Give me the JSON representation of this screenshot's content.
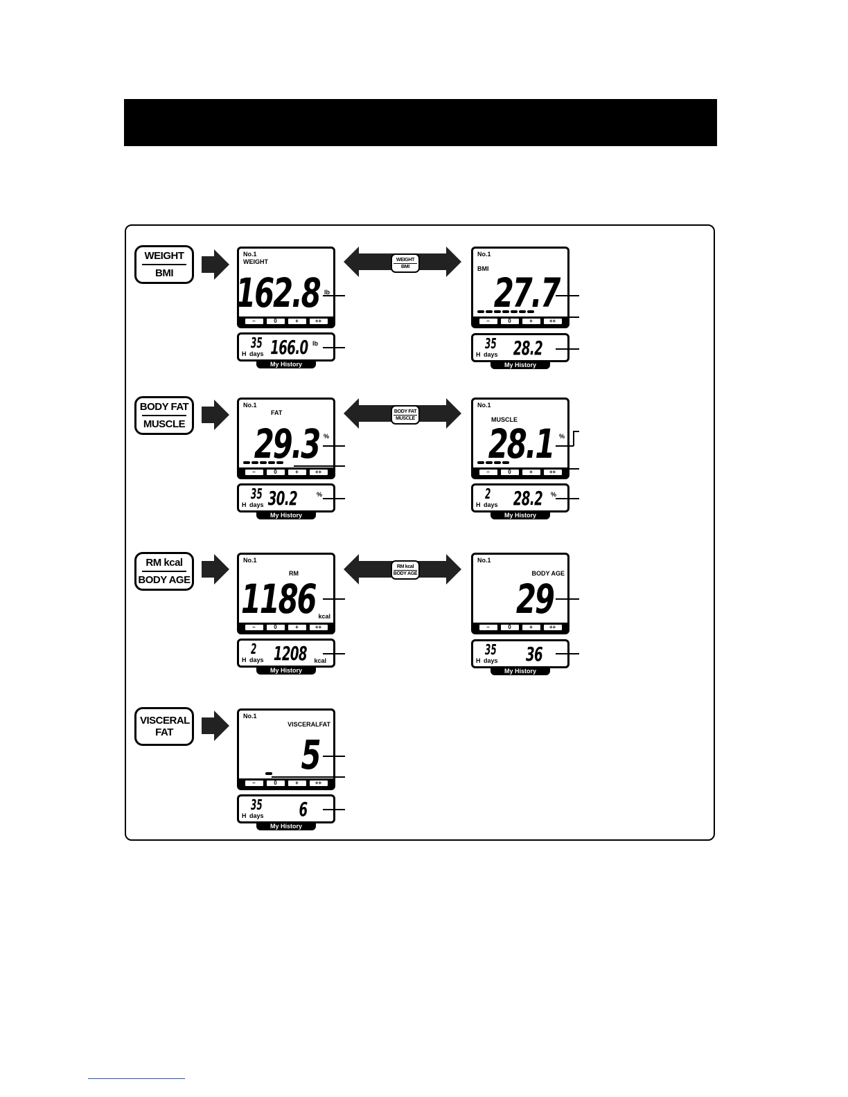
{
  "buttons": [
    {
      "top": "WEIGHT",
      "bottom": "BMI"
    },
    {
      "top": "BODY FAT",
      "bottom": "MUSCLE"
    },
    {
      "top": "RM kcal",
      "bottom": "BODY AGE"
    },
    {
      "top": "VISCERAL FAT",
      "bottom": ""
    }
  ],
  "common": {
    "user": "No.1",
    "bar_labels": [
      "–",
      "0",
      "+",
      "++"
    ],
    "hist_h": "H",
    "hist_days": "days",
    "hist_tab": "My History"
  },
  "rows": [
    {
      "left": {
        "mode": "WEIGHT",
        "value": "162.8",
        "unit": "lb",
        "hist_days": "35",
        "hist_value": "166.0",
        "hist_unit": "lb"
      },
      "right": {
        "mode": "BMI",
        "value": "27.7",
        "unit": "",
        "hist_days": "35",
        "hist_value": "28.2",
        "hist_unit": ""
      }
    },
    {
      "left": {
        "mode": "FAT",
        "value": "29.3",
        "unit": "%",
        "hist_days": "35",
        "hist_value": "30.2",
        "hist_unit": "%"
      },
      "right": {
        "mode": "MUSCLE",
        "value": "28.1",
        "unit": "%",
        "hist_days": "2",
        "hist_value": "28.2",
        "hist_unit": "%"
      }
    },
    {
      "left": {
        "mode": "RM",
        "value": "1186",
        "unit": "kcal",
        "hist_days": "2",
        "hist_value": "1208",
        "hist_unit": "kcal"
      },
      "right": {
        "mode": "BODY AGE",
        "value": "29",
        "unit": "",
        "hist_days": "35",
        "hist_value": "36",
        "hist_unit": ""
      }
    },
    {
      "left": {
        "mode": "VISCERALFAT",
        "value": "5",
        "unit": "",
        "hist_days": "35",
        "hist_value": "6",
        "hist_unit": ""
      }
    }
  ]
}
